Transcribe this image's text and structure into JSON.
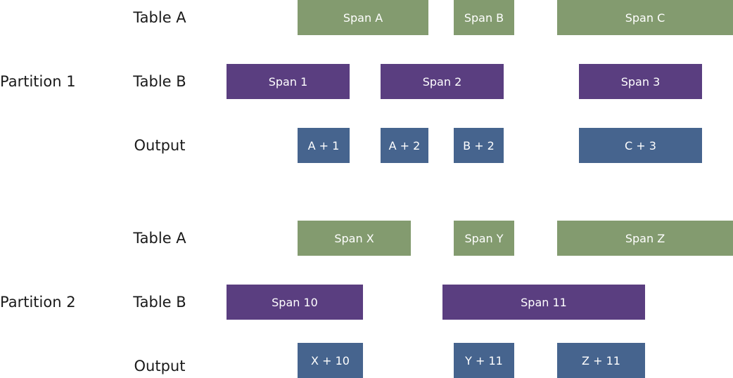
{
  "colors": {
    "table_a": "#839b6f",
    "table_b": "#5a3e80",
    "output": "#46648e"
  },
  "partitions": [
    {
      "label": "Partition 1",
      "rows": [
        {
          "label": "Table A",
          "kind": "table_a",
          "spans": [
            "Span A",
            "Span B",
            "Span C"
          ]
        },
        {
          "label": "Table B",
          "kind": "table_b",
          "spans": [
            "Span 1",
            "Span 2",
            "Span 3"
          ]
        },
        {
          "label": "Output",
          "kind": "output",
          "spans": [
            "A + 1",
            "A + 2",
            "B + 2",
            "C + 3"
          ]
        }
      ]
    },
    {
      "label": "Partition 2",
      "rows": [
        {
          "label": "Table A",
          "kind": "table_a",
          "spans": [
            "Span X",
            "Span Y",
            "Span Z"
          ]
        },
        {
          "label": "Table B",
          "kind": "table_b",
          "spans": [
            "Span 10",
            "Span 11"
          ]
        },
        {
          "label": "Output",
          "kind": "output",
          "spans": [
            "X + 10",
            "Y + 11",
            "Z + 11"
          ]
        }
      ]
    }
  ]
}
